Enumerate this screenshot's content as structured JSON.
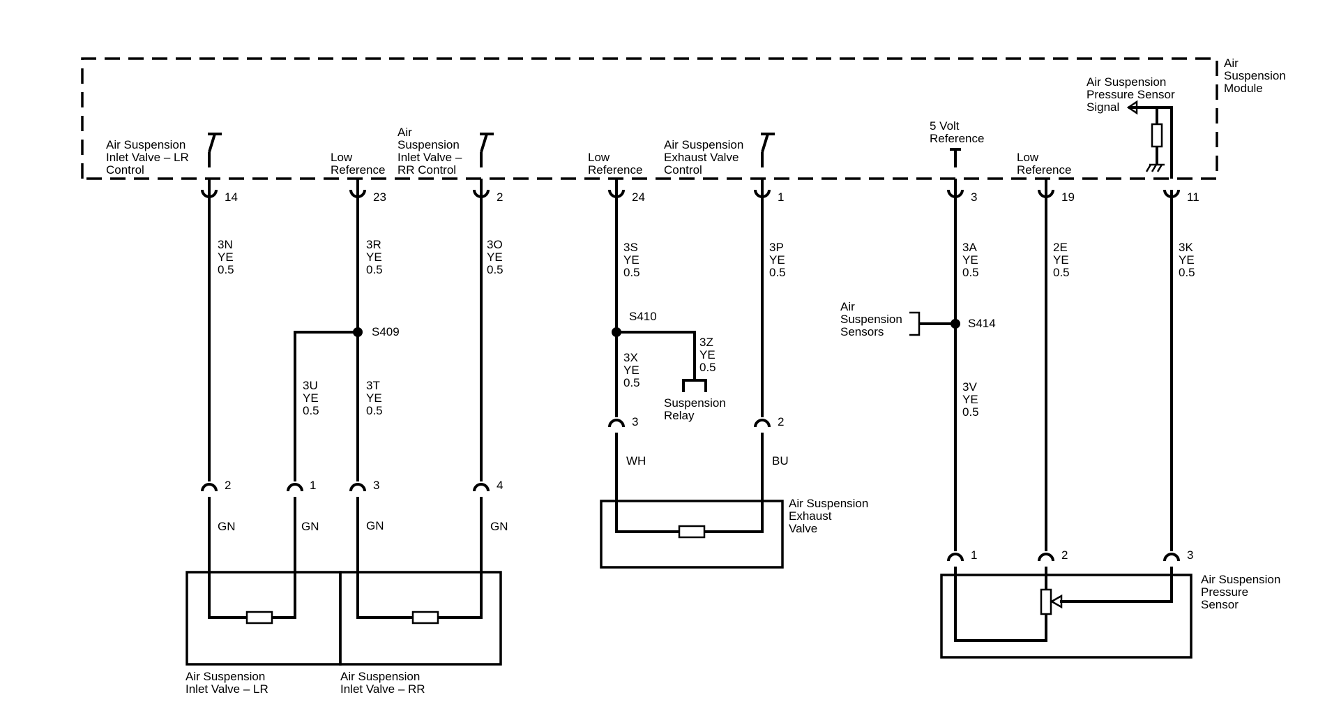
{
  "module": {
    "name_lines": [
      "Air",
      "Suspension",
      "Module"
    ]
  },
  "module_pins": [
    {
      "label_lines": [
        "Air Suspension",
        "Inlet Valve – LR",
        "Control"
      ],
      "pin": "14",
      "wire": [
        "3N",
        "YE",
        "0.5"
      ]
    },
    {
      "label_lines": [
        "Low",
        "Reference"
      ],
      "pin": "23",
      "wire": [
        "3R",
        "YE",
        "0.5"
      ]
    },
    {
      "label_lines": [
        "Air",
        "Suspension",
        "Inlet Valve –",
        "RR Control"
      ],
      "pin": "2",
      "wire": [
        "3O",
        "YE",
        "0.5"
      ]
    },
    {
      "label_lines": [
        "Low",
        "Reference"
      ],
      "pin": "24",
      "wire": [
        "3S",
        "YE",
        "0.5"
      ]
    },
    {
      "label_lines": [
        "Air Suspension",
        "Exhaust Valve",
        "Control"
      ],
      "pin": "1",
      "wire": [
        "3P",
        "YE",
        "0.5"
      ]
    },
    {
      "label_lines": [
        "5 Volt",
        "Reference"
      ],
      "pin": "3",
      "wire": [
        "3A",
        "YE",
        "0.5"
      ]
    },
    {
      "label_lines": [
        "Low",
        "Reference"
      ],
      "pin": "19",
      "wire": [
        "2E",
        "YE",
        "0.5"
      ]
    },
    {
      "label_lines": [
        "Air Suspension",
        "Pressure Sensor",
        "Signal"
      ],
      "pin": "11",
      "wire": [
        "3K",
        "YE",
        "0.5"
      ]
    }
  ],
  "splices": [
    {
      "id": "S409",
      "branch_wire": [
        "3U",
        "YE",
        "0.5"
      ],
      "through_wire": [
        "3T",
        "YE",
        "0.5"
      ]
    },
    {
      "id": "S410",
      "branch_wire": [
        "3Z",
        "YE",
        "0.5"
      ],
      "through_wire": [
        "3X",
        "YE",
        "0.5"
      ],
      "branch_to": [
        "Suspension",
        "Relay"
      ]
    },
    {
      "id": "S414",
      "through_wire": [
        "3V",
        "YE",
        "0.5"
      ],
      "branch_from": [
        "Air",
        "Suspension",
        "Sensors"
      ]
    }
  ],
  "components": {
    "inlet_lr": {
      "name_lines": [
        "Air Suspension",
        "Inlet Valve – LR"
      ],
      "pins": [
        "2",
        "1"
      ],
      "wire_colors": [
        "GN",
        "GN"
      ]
    },
    "inlet_rr": {
      "name_lines": [
        "Air Suspension",
        "Inlet Valve – RR"
      ],
      "pins": [
        "3",
        "4"
      ],
      "wire_colors": [
        "GN",
        "GN"
      ]
    },
    "exhaust": {
      "name_lines": [
        "Air Suspension",
        "Exhaust",
        "Valve"
      ],
      "pins": [
        "3",
        "2"
      ],
      "wire_colors": [
        "WH",
        "BU"
      ]
    },
    "pressure": {
      "name_lines": [
        "Air Suspension",
        "Pressure",
        "Sensor"
      ],
      "pins": [
        "1",
        "2",
        "3"
      ]
    }
  }
}
